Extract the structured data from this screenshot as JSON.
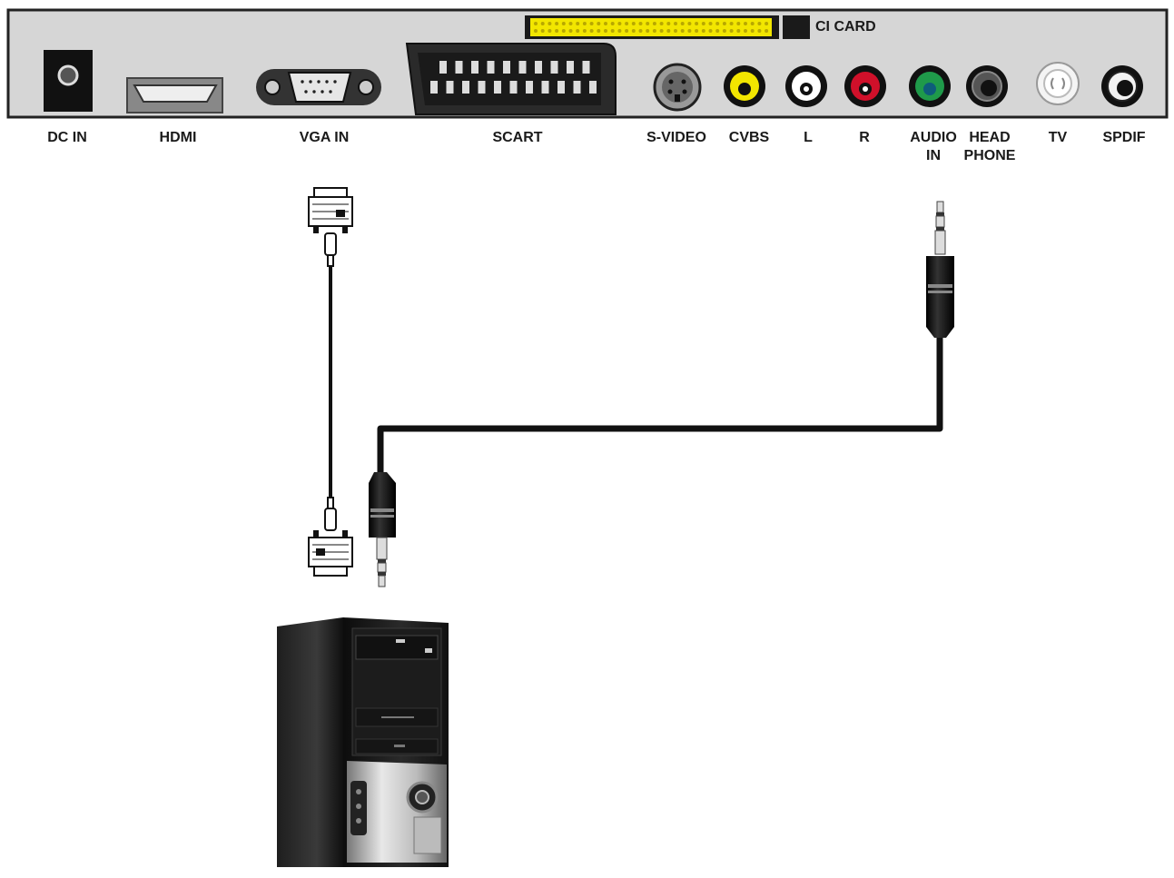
{
  "ci_card_label": "CI CARD",
  "ports": [
    {
      "id": "dc-in",
      "label": "DC IN"
    },
    {
      "id": "hdmi",
      "label": "HDMI"
    },
    {
      "id": "vga-in",
      "label": "VGA IN"
    },
    {
      "id": "scart",
      "label": "SCART"
    },
    {
      "id": "s-video",
      "label": "S-VIDEO"
    },
    {
      "id": "cvbs",
      "label": "CVBS",
      "color": "#f2e600"
    },
    {
      "id": "l",
      "label": "L",
      "color": "#ffffff"
    },
    {
      "id": "r",
      "label": "R",
      "color": "#d0102a"
    },
    {
      "id": "audio-in",
      "label_lines": [
        "AUDIO",
        "IN"
      ],
      "color": "#1f9a4a"
    },
    {
      "id": "headphone",
      "label_lines": [
        "HEAD",
        "PHONE"
      ],
      "color": "#222222"
    },
    {
      "id": "tv",
      "label": "TV"
    },
    {
      "id": "spdif",
      "label": "SPDIF"
    }
  ],
  "colors": {
    "panel": "#d6d6d6",
    "panel_border": "#222222",
    "ci_slot": "#f2e600",
    "cable": "#111111"
  }
}
